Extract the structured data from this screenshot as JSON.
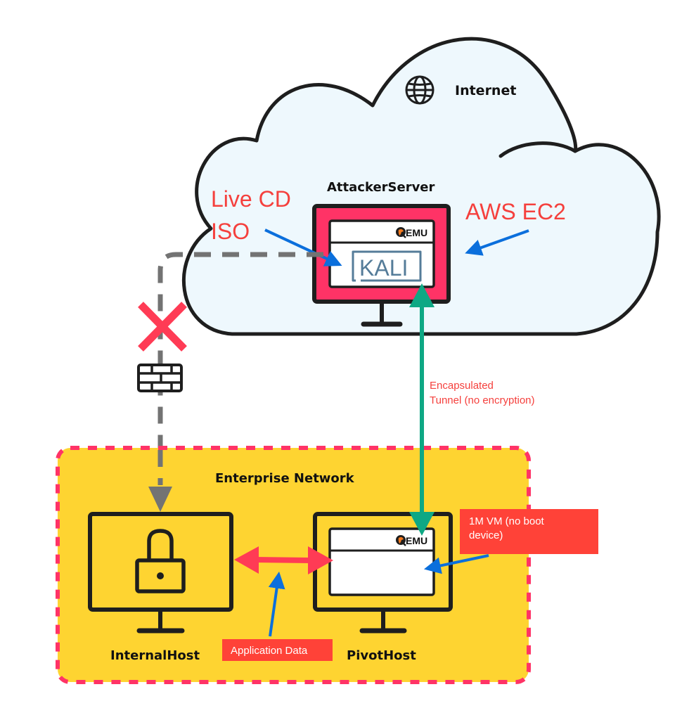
{
  "diagram": {
    "cloud": {
      "label": "Internet",
      "icon": "globe-icon",
      "fill": "#eef8fd",
      "stroke": "#1e1e1e"
    },
    "attacker_server": {
      "label": "AttackerServer",
      "screen_color": "#ff3366",
      "emulator_label": "EMU",
      "os_label": "KALI",
      "annotations": {
        "left_line1": "Live CD",
        "left_line2": "ISO",
        "right": "AWS EC2"
      }
    },
    "tunnel": {
      "label_line1": "Encapsulated",
      "label_line2": "Tunnel (no encryption)",
      "color": "#0ea884"
    },
    "blocked_path": {
      "blocked_icon": "x-icon",
      "firewall_icon": "firewall-icon",
      "line_color": "#737373",
      "x_color": "#ff3b55"
    },
    "enterprise_network": {
      "label": "Enterprise Network",
      "fill": "#fed431",
      "border_color": "#ff3366"
    },
    "internal_host": {
      "label": "InternalHost",
      "icon": "lock-icon"
    },
    "pivot_host": {
      "label": "PivotHost",
      "emulator_label": "EMU",
      "annotation_line1": "1M VM (no boot",
      "annotation_line2": "device)"
    },
    "application_data": {
      "label": "Application Data",
      "arrow_color": "#ff3b55"
    },
    "colors": {
      "callout_arrow": "#0b6fdc",
      "callout_box": "#ff4238",
      "annotation_text": "#f5403d"
    }
  }
}
